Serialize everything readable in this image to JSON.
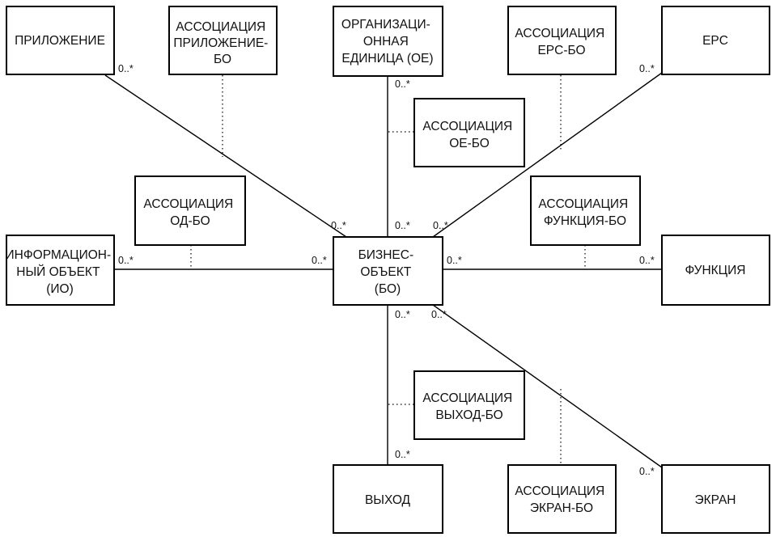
{
  "entities": {
    "app": [
      "ПРИЛОЖЕНИЕ"
    ],
    "assoc_app": [
      "АССОЦИАЦИЯ",
      "ПРИЛОЖЕНИЕ-",
      "БО"
    ],
    "org": [
      "ОРГАНИЗАЦИ-",
      "ОННАЯ",
      "ЕДИНИЦА (ОЕ)"
    ],
    "assoc_eps": [
      "АССОЦИАЦИЯ",
      "EPC-БО"
    ],
    "eps": [
      "EPC"
    ],
    "assoc_oe": [
      "АССОЦИАЦИЯ",
      "ОЕ-БО"
    ],
    "assoc_od": [
      "АССОЦИАЦИЯ",
      "ОД-БО"
    ],
    "assoc_func": [
      "АССОЦИАЦИЯ",
      "ФУНКЦИЯ-БО"
    ],
    "info": [
      "ИНФОРМАЦИОН-",
      "НЫЙ ОБЪЕКТ",
      "(ИО)"
    ],
    "bo": [
      "БИЗНЕС-",
      "ОБЪЕКТ",
      "(БО)"
    ],
    "func": [
      "ФУНКЦИЯ"
    ],
    "assoc_out": [
      "АССОЦИАЦИЯ",
      "ВЫХОД-БО"
    ],
    "out": [
      "ВЫХОД"
    ],
    "assoc_screen": [
      "АССОЦИАЦИЯ",
      "ЭКРАН-БО"
    ],
    "screen": [
      "ЭКРАН"
    ]
  },
  "multiplicity": "0..*"
}
